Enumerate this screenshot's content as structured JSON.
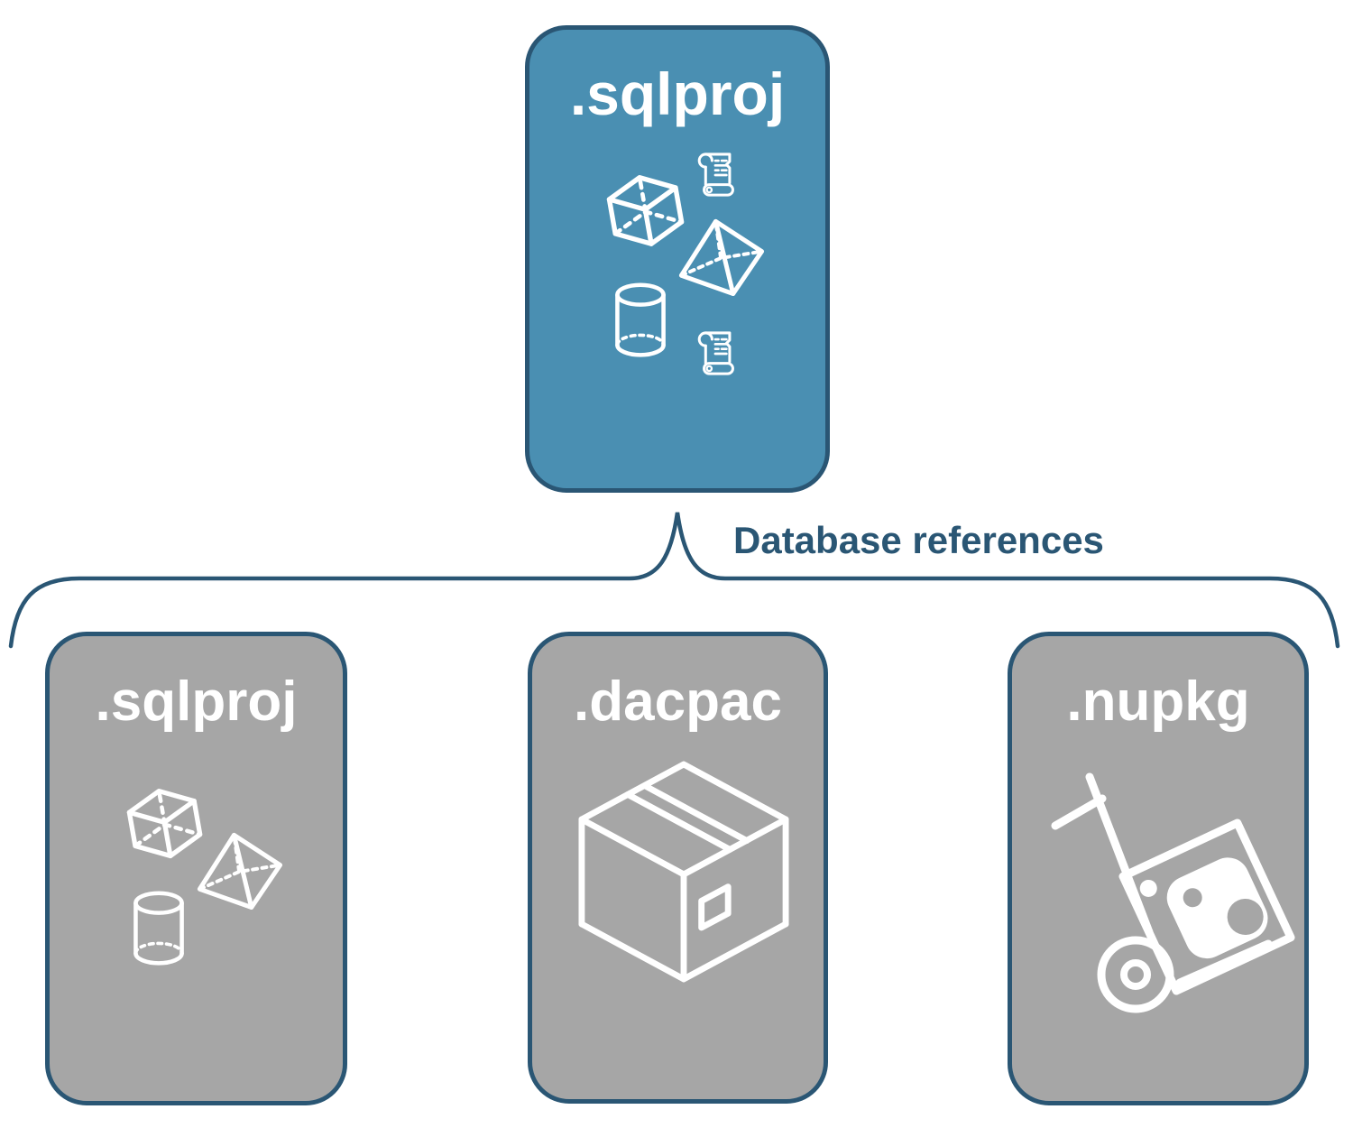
{
  "diagram": {
    "top_node": {
      "label": ".sqlproj",
      "icons": [
        "script-scroll",
        "cube",
        "pyramid",
        "cylinder",
        "script-scroll"
      ]
    },
    "connector": {
      "label": "Database references"
    },
    "child_nodes": [
      {
        "label": ".sqlproj",
        "icons": [
          "cube",
          "pyramid",
          "cylinder"
        ]
      },
      {
        "label": ".dacpac",
        "icons": [
          "package-box"
        ]
      },
      {
        "label": ".nupkg",
        "icons": [
          "nuget-handtruck"
        ]
      }
    ],
    "colors": {
      "top_node_fill": "#4a8fb2",
      "child_node_fill": "#a6a6a6",
      "outline_and_text": "#2a5674",
      "icon_stroke": "#ffffff",
      "node_label_text": "#ffffff",
      "background": "#ffffff"
    }
  }
}
